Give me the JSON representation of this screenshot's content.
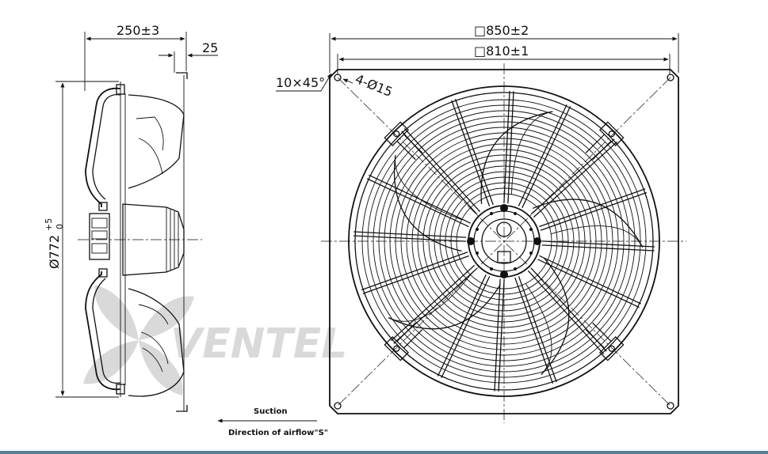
{
  "side_view": {
    "depth_dim": "250±3",
    "flange_dim": "25",
    "diameter_dim": "Ø772",
    "diameter_tol_upper": "+5",
    "diameter_tol_lower": "0"
  },
  "front_view": {
    "outer_square_dim": "□850±2",
    "hole_spacing_dim": "□810±1",
    "chamfer_dim": "10×45°",
    "mounting_holes_dim": "4-Ø15"
  },
  "airflow": {
    "suction_label": "Suction",
    "direction_label": "Direction of airflow\"S\""
  },
  "watermark": {
    "brand": "VENTEL",
    "brand_accent_color": "#8fb3d4"
  },
  "colors": {
    "frame_bar": "#5a7f92",
    "line": "#111111"
  }
}
